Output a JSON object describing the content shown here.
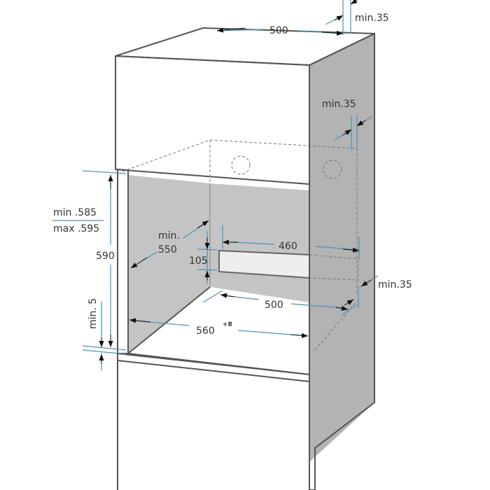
{
  "title": "Oven built-in installation dimensions",
  "colors": {
    "dimension_line": "#4a93b8",
    "side_panel": "#b3b3b3",
    "inner_wall": "#c4c4c4",
    "edge": "#555555"
  },
  "units": "mm",
  "labels": {
    "top_depth": "500",
    "top_gap": "min.35",
    "side_gap": "min.35",
    "height_range_min": "min .585",
    "height_range_max": "max .595",
    "appliance_height": "590",
    "min_depth_line1": "min.",
    "min_depth_line2": "550",
    "rail_width": "460",
    "rail_height": "105",
    "right_gap": "min.35",
    "floor_depth": "500",
    "bottom_gap": "min. 5",
    "opening_width": "560",
    "opening_tolerance": "+8"
  }
}
